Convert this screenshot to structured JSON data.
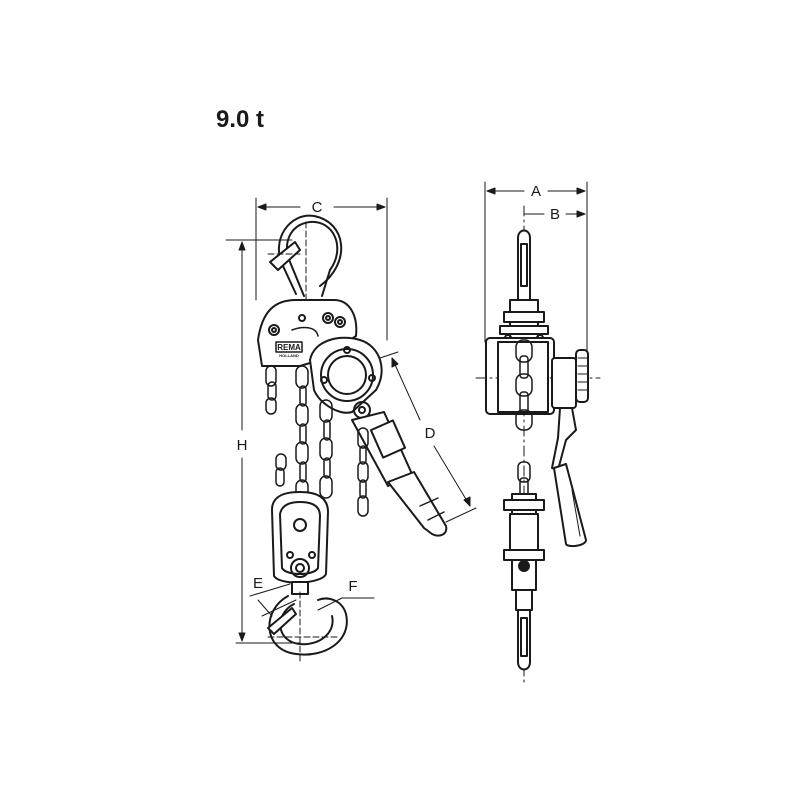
{
  "title": "9.0 t",
  "dimensions": {
    "a": "A",
    "b": "B",
    "c": "C",
    "d": "D",
    "e": "E",
    "f": "F",
    "h": "H"
  },
  "brand": {
    "logo_text": "REMA",
    "country": "HOLLAND"
  },
  "colors": {
    "line": "#1a1a1a",
    "fill": "#ffffff"
  }
}
